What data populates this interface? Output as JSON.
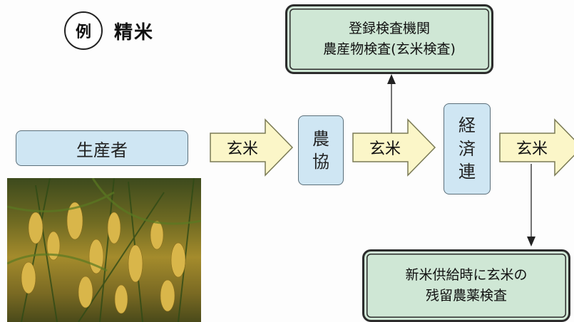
{
  "header": {
    "example_marker": "例",
    "title": "精米"
  },
  "nodes": {
    "producer": "生産者",
    "nokyo": [
      "農",
      "協"
    ],
    "keizairen": [
      "経",
      "済",
      "連"
    ]
  },
  "arrows": {
    "label1": "玄米",
    "label2": "玄米",
    "label3": "玄米"
  },
  "inspection_top": {
    "line1": "登録検査機関",
    "line2": "農産物検査(玄米検査)"
  },
  "inspection_bottom": {
    "line1": "新米供給時に玄米の",
    "line2": "残留農薬検査"
  },
  "colors": {
    "node_blue": "#cfe6f3",
    "inspection_green": "#cfe7d5",
    "arrow_yellow": "#fbf6c8"
  }
}
